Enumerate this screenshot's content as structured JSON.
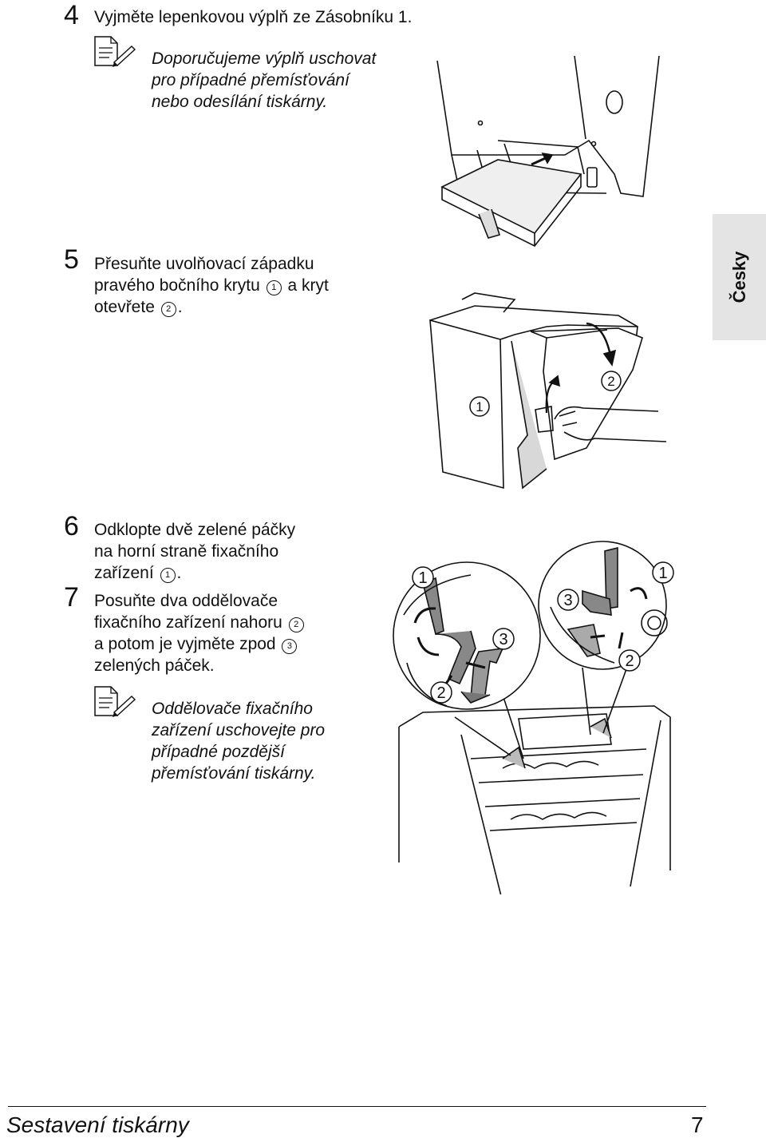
{
  "steps": [
    {
      "number": "4",
      "lines": [
        "Vyjměte lepenkovou výplň ze Zásobníku 1."
      ]
    },
    {
      "number": "5",
      "line1": "Přesuňte uvolňovací západku",
      "line2_pre": "pravého bočního krytu",
      "line2_mark": "1",
      "line2_post": "a kryt",
      "line3_pre": "otevřete",
      "line3_mark": "2",
      "line3_post": "."
    },
    {
      "number": "6",
      "line1": "Odklopte dvě zelené páčky",
      "line2": "na horní straně fixačního",
      "line3_pre": "zařízení",
      "line3_mark": "1",
      "line3_post": "."
    },
    {
      "number": "7",
      "line1": "Posuňte dva oddělovače",
      "line2_pre": "fixačního zařízení nahoru",
      "line2_mark": "2",
      "line3_pre": "a potom je vyjměte zpod",
      "line3_mark": "3",
      "line4": "zelených páček."
    }
  ],
  "notes": [
    {
      "lines": [
        "Doporučujeme výplň uschovat",
        "pro případné přemísťování",
        "nebo odesílání tiskárny."
      ]
    },
    {
      "lines": [
        "Oddělovače fixačního",
        "zařízení uschovejte pro",
        "případné pozdější",
        "přemísťování tiskárny."
      ]
    }
  ],
  "side_tab": {
    "label": "Česky",
    "color": "#e4e4e4"
  },
  "illustration2": {
    "callout1": "1",
    "callout2": "2"
  },
  "illustration3": {
    "left_callout1": "1",
    "left_callout2": "2",
    "left_callout3": "3",
    "right_callout1": "1",
    "right_callout2": "2",
    "right_callout3": "3"
  },
  "footer": {
    "title": "Sestavení tiskárny",
    "page": "7"
  }
}
